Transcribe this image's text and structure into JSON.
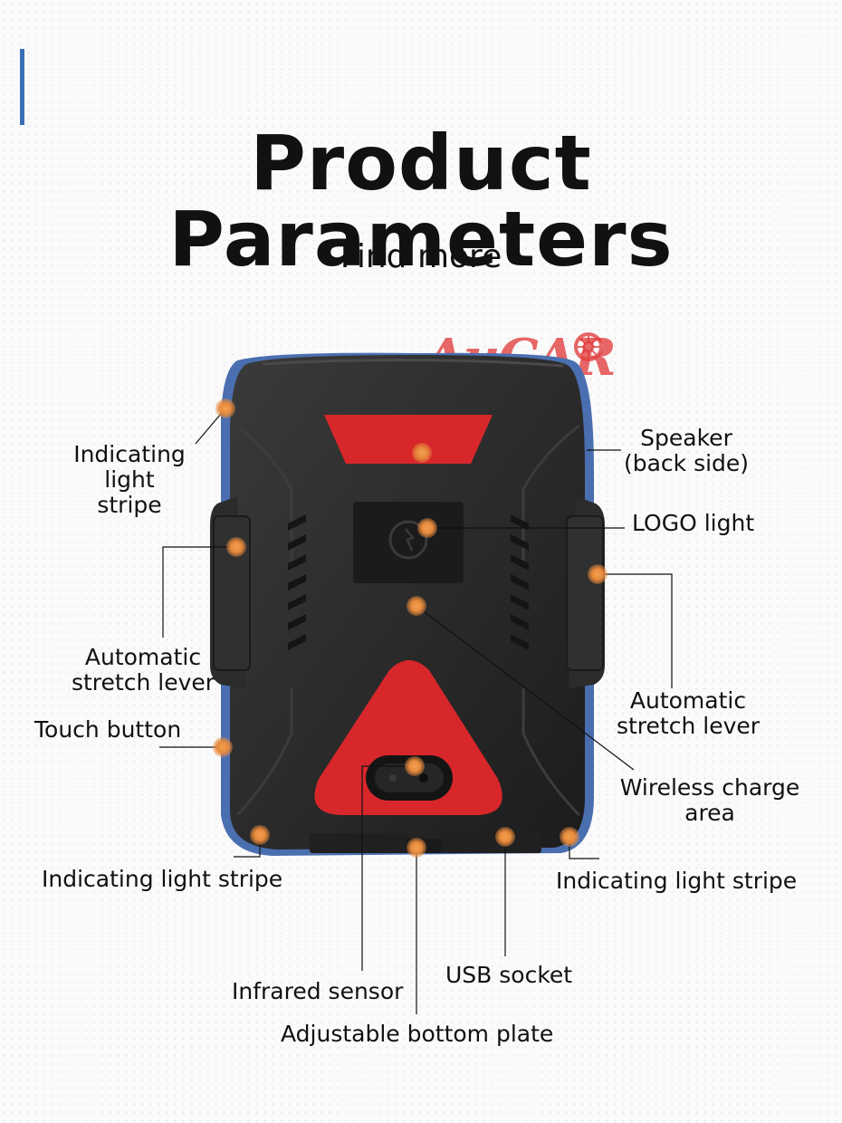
{
  "header": {
    "title": "Product Parameters",
    "subtitle": "Find more"
  },
  "watermark": {
    "brand": "AuCAR"
  },
  "labels": {
    "light_stripe_top_left": "Indicating light\nstripe",
    "speaker": "Speaker\n(back side)",
    "logo_light": "LOGO light",
    "stretch_lever_left": "Automatic\nstretch lever",
    "stretch_lever_right": "Automatic\nstretch lever",
    "touch_button": "Touch button",
    "wireless_charge": "Wireless charge\narea",
    "light_stripe_bottom_left": "Indicating light stripe",
    "light_stripe_bottom_right": "Indicating light stripe",
    "usb_socket": "USB socket",
    "infrared_sensor": "Infrared sensor",
    "bottom_plate": "Adjustable bottom plate"
  },
  "colors": {
    "accent": "#3b6fb6",
    "device_body": "#262626",
    "device_red": "#d7272b",
    "edge_blue": "#4a6fb0",
    "hotspot": "#f0a060"
  }
}
